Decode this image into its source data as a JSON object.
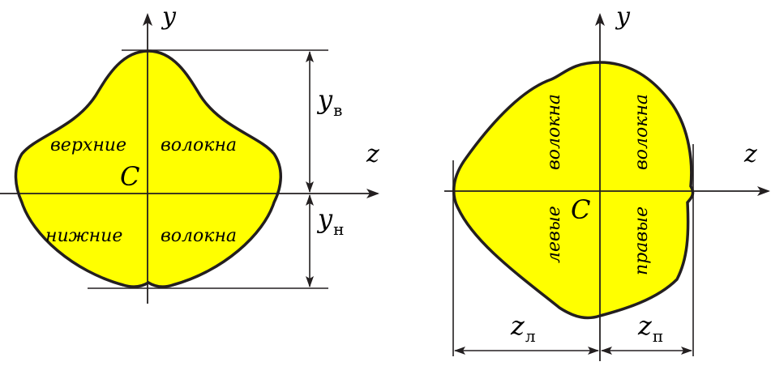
{
  "left": {
    "axis_y": "y",
    "axis_z": "z",
    "center": "C",
    "upper_left": "верхние",
    "upper_right": "волокна",
    "lower_left": "нижние",
    "lower_right": "волокна",
    "dim_top_main": "y",
    "dim_top_sub": "в",
    "dim_bottom_main": "y",
    "dim_bottom_sub": "н"
  },
  "right": {
    "axis_y": "y",
    "axis_z": "z",
    "center": "C",
    "top_left": "волокна",
    "bottom_left": "левые",
    "top_right": "волокна",
    "bottom_right": "правые",
    "dim_left_main": "z",
    "dim_left_sub": "л",
    "dim_right_main": "z",
    "dim_right_sub": "п"
  },
  "colors": {
    "fill": "#ffff00",
    "stroke": "#231f20"
  }
}
